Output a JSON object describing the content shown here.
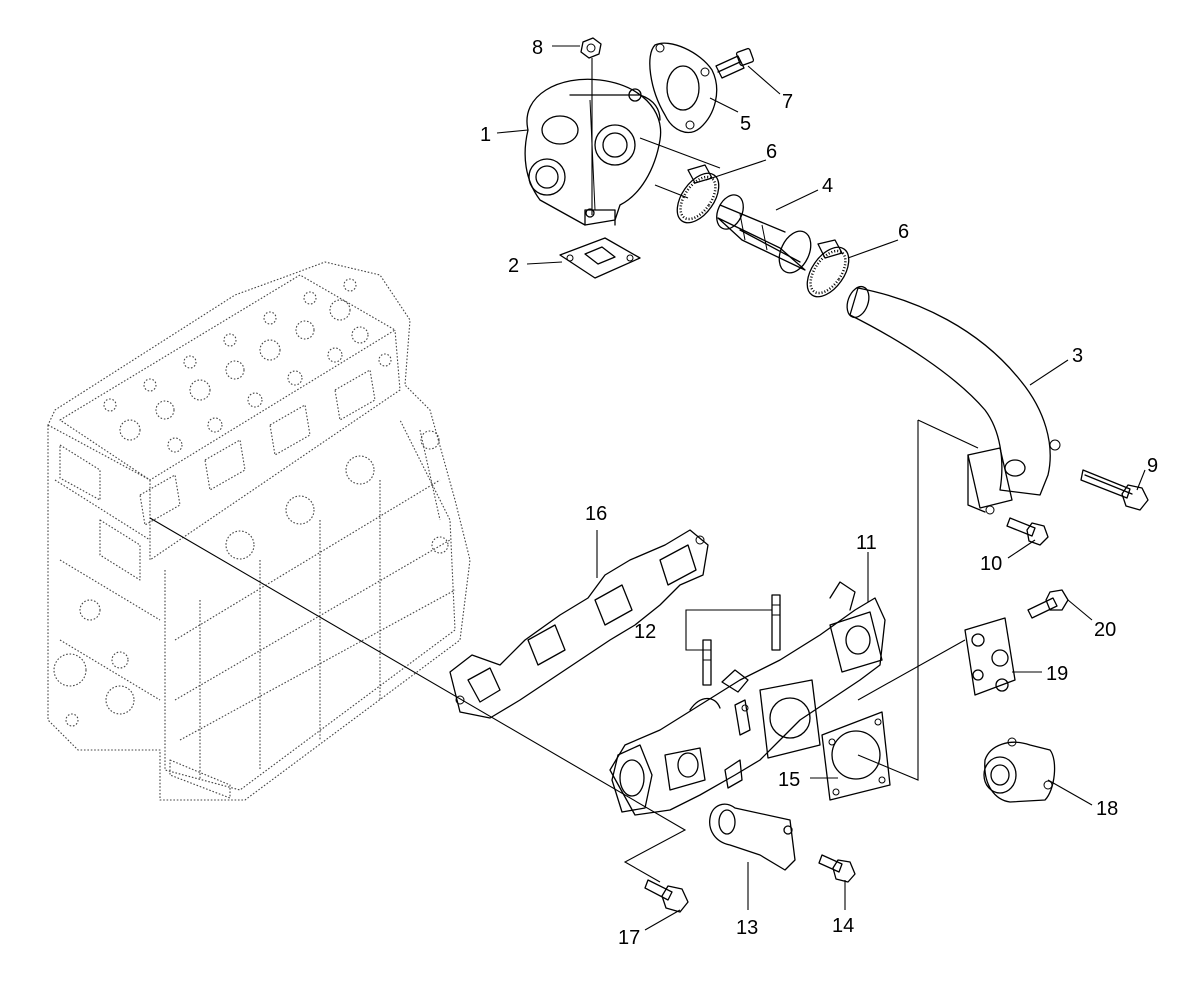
{
  "callouts": {
    "c1": "1",
    "c2": "2",
    "c3": "3",
    "c4": "4",
    "c5": "5",
    "c6a": "6",
    "c6b": "6",
    "c7": "7",
    "c8": "8",
    "c9": "9",
    "c10": "10",
    "c11": "11",
    "c12": "12",
    "c13": "13",
    "c14": "14",
    "c15": "15",
    "c16": "16",
    "c17": "17",
    "c18": "18",
    "c19": "19",
    "c20": "20"
  },
  "colors": {
    "line": "#000000",
    "engine_outline": "#444444",
    "background": "#ffffff"
  }
}
